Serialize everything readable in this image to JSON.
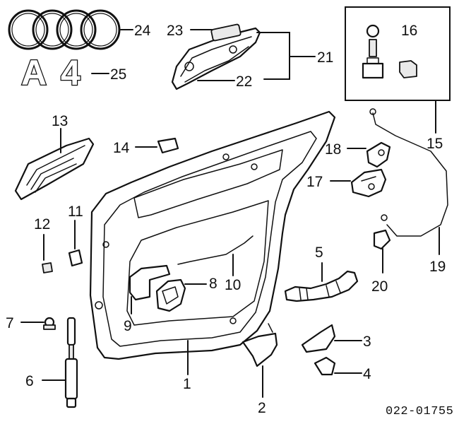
{
  "diagram": {
    "reference_code": "022-01755",
    "callouts": {
      "c1": "1",
      "c2": "2",
      "c3": "3",
      "c4": "4",
      "c5": "5",
      "c6": "6",
      "c7": "7",
      "c8": "8",
      "c9": "9",
      "c10": "10",
      "c11": "11",
      "c12": "12",
      "c13": "13",
      "c14": "14",
      "c15": "15",
      "c16": "16",
      "c17": "17",
      "c18": "18",
      "c19": "19",
      "c20": "20",
      "c21": "21",
      "c22": "22",
      "c23": "23",
      "c24": "24",
      "c25": "25"
    },
    "badge": {
      "letter": "A",
      "digit": "4"
    }
  }
}
